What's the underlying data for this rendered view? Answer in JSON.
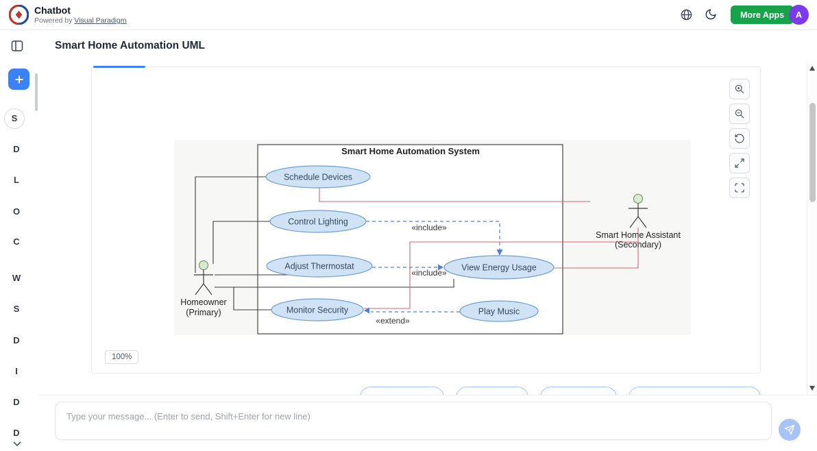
{
  "header": {
    "app_title": "Chatbot",
    "powered_by": "Powered by",
    "powered_link": "Visual Paradigm",
    "more_apps": "More Apps",
    "avatar": "A"
  },
  "sidebar": {
    "letters": [
      "S",
      "D",
      "L",
      "O",
      "C",
      "W",
      "S",
      "D",
      "I",
      "D",
      "D"
    ]
  },
  "main": {
    "page_title": "Smart Home Automation UML",
    "zoom_label": "100%"
  },
  "chat": {
    "placeholder": "Type your message... (Enter to send, Shift+Enter for new line)"
  },
  "diagram": {
    "system_title": "Smart Home Automation System",
    "use_cases": {
      "schedule": "Schedule Devices",
      "lighting": "Control Lighting",
      "thermostat": "Adjust Thermostat",
      "security": "Monitor Security",
      "energy": "View Energy Usage",
      "music": "Play Music"
    },
    "actors": {
      "homeowner_name": "Homeowner",
      "homeowner_role": "(Primary)",
      "assistant_name": "Smart Home Assistant",
      "assistant_role": "(Secondary)"
    },
    "stereotypes": {
      "include_a": "«include»",
      "include_b": "«include»",
      "extend": "«extend»"
    }
  },
  "colors": {
    "accent_blue": "#3b82f6",
    "green_button": "#17a34a",
    "avatar_purple": "#7c3aed",
    "usecase_fill": "#cfe3f5",
    "usecase_stroke": "#6b9fd4",
    "association_black": "#3a3a3a",
    "association_pink": "#d9606e",
    "dashed_blue": "#4f82d8",
    "actor_head_fill": "#d9ead3"
  }
}
